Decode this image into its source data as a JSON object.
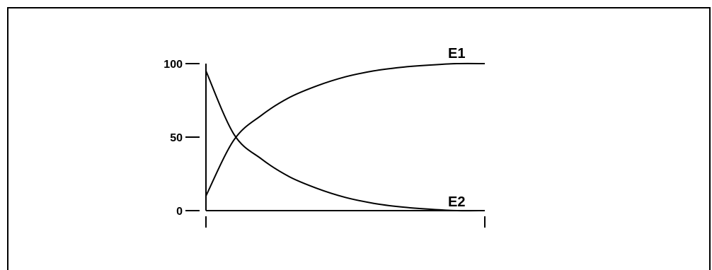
{
  "chart_data": {
    "type": "line",
    "x": [
      0,
      0.1,
      0.2,
      0.3,
      0.4,
      0.5,
      0.6,
      0.7,
      0.8,
      0.9,
      1.0
    ],
    "series": [
      {
        "name": "E1",
        "values": [
          10,
          48,
          65,
          77,
          85,
          91,
          95,
          97.5,
          99,
          100,
          100
        ]
      },
      {
        "name": "E2",
        "values": [
          95,
          52,
          35,
          23,
          15,
          9,
          5,
          2.5,
          1,
          0,
          0
        ]
      }
    ],
    "y_ticks": [
      {
        "value": 0,
        "label": "0"
      },
      {
        "value": 50,
        "label": "50"
      },
      {
        "value": 100,
        "label": "100"
      }
    ],
    "ylim": [
      0,
      100
    ],
    "xlim": [
      0,
      1
    ],
    "grid": false,
    "colors": {
      "line": "#000000",
      "background": "#ffffff"
    }
  }
}
